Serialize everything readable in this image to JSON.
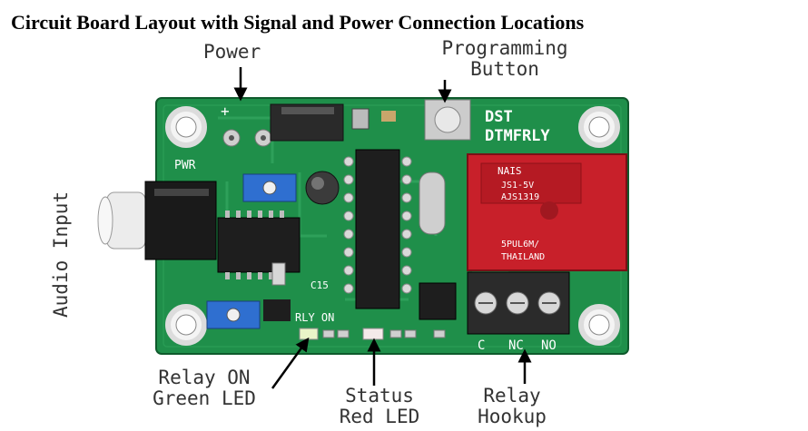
{
  "title": "Circuit Board Layout with Signal and Power Connection Locations",
  "labels": {
    "power": "Power",
    "programming": [
      "Programming",
      "Button"
    ],
    "audio_input": "Audio Input",
    "relay_on": [
      "Relay ON",
      "Green LED"
    ],
    "status": [
      "Status",
      "Red LED"
    ],
    "relay_hookup": [
      "Relay",
      "Hookup"
    ]
  },
  "board_text": {
    "pwr": "PWR",
    "model": [
      "DST",
      "DTMFRLY"
    ],
    "rly_on": "RLY ON",
    "terminals": [
      "C",
      "NC",
      "NO"
    ],
    "relay_marks": [
      "NAIS",
      "JS1-5V",
      "AJS1319",
      "5PUL6M/",
      "THAILAND"
    ],
    "c15": "C15",
    "plus": "+"
  },
  "colors": {
    "pcb": "#1f8f4a",
    "pcb_dark": "#146b36",
    "relay": "#c8202a",
    "ic": "#1e1e1e",
    "trimmer": "#2f6fd0",
    "terminal": "#2b2b2b"
  }
}
